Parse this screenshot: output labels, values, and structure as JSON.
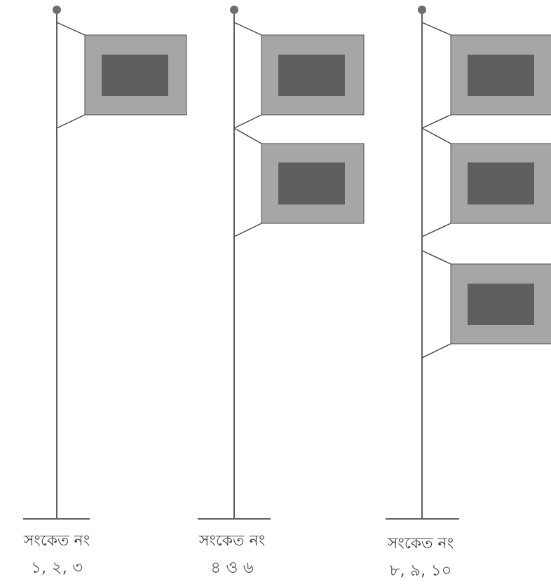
{
  "colors": {
    "pole": "#5e5e5e",
    "finial": "#6e6e6e",
    "flag_outer": "#a6a6a6",
    "flag_inner": "#5f5f5f",
    "flag_border": "#4d4d4d",
    "rope": "#4a4a4a",
    "text": "#3f3f3f"
  },
  "signals": [
    {
      "caption": "সংকেত নং",
      "numbers": "১, ২, ৩",
      "flag_count": 1,
      "icon": "signal-pole-icon"
    },
    {
      "caption": "সংকেত নং",
      "numbers": "৪ ও ৬",
      "flag_count": 2,
      "icon": "signal-pole-icon"
    },
    {
      "caption": "সংকেত নং",
      "numbers": "৮, ৯, ১০",
      "flag_count": 3,
      "icon": "signal-pole-icon"
    }
  ]
}
